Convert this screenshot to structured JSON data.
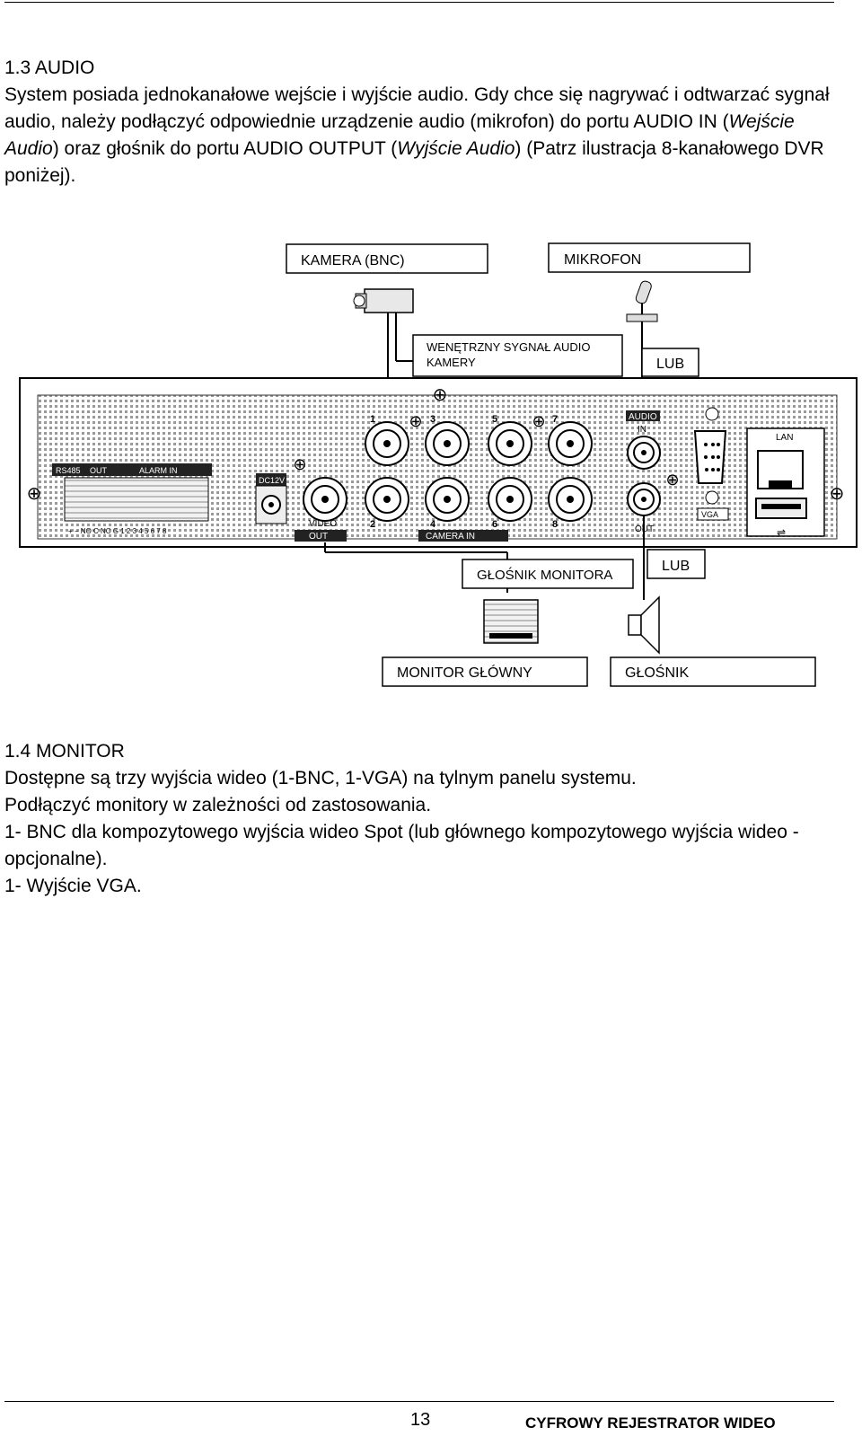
{
  "section_audio": {
    "heading": "1.3 AUDIO",
    "body_part1": "System posiada jednokanałowe wejście i wyjście audio. Gdy chce się nagrywać i odtwarzać sygnał audio, należy podłączyć odpowiednie urządzenie audio (mikrofon) do portu AUDIO IN (",
    "body_italic1": "Wejście Audio",
    "body_part2": ") oraz głośnik do portu AUDIO OUTPUT (",
    "body_italic2": "Wyjście Audio",
    "body_part3": ") (Patrz ilustracja 8-kanałowego DVR poniżej)."
  },
  "diagram": {
    "callouts": {
      "camera": "KAMERA (BNC)",
      "microphone": "MIKROFON",
      "internal_audio_line1": "WENĘTRZNY SYGNAŁ AUDIO",
      "internal_audio_line2": "KAMERY",
      "or_top": "LUB",
      "monitor_speaker": "GŁOŚNIK MONITORA",
      "or_bottom": "LUB",
      "main_monitor": "MONITOR GŁÓWNY",
      "speaker": "GŁOŚNIK"
    },
    "panel_labels": {
      "rs485": "RS485",
      "out": "OUT",
      "alarm_in": "ALARM IN",
      "dc12v": "DC12V",
      "video_out_line1": "VIDEO",
      "video_out_line2": "OUT",
      "camera_in": "CAMERA IN",
      "audio_in_line1": "AUDIO",
      "audio_in_line2": "IN",
      "audio_out": "OUT",
      "vga": "VGA",
      "lan": "LAN",
      "terminal_numbers": "+ − NO C NC G 1 2 3 4 5 6 7 8",
      "ch1": "1",
      "ch2": "2",
      "ch3": "3",
      "ch4": "4",
      "ch5": "5",
      "ch6": "6",
      "ch7": "7",
      "ch8": "8"
    }
  },
  "section_monitor": {
    "heading": "1.4 MONITOR",
    "lines": [
      "Dostępne są trzy wyjścia wideo (1-BNC, 1-VGA) na tylnym panelu systemu.",
      "Podłączyć monitory w zależności od zastosowania.",
      "1- BNC dla kompozytowego wyjścia wideo Spot (lub głównego kompozytowego wyjścia wideo - opcjonalne).",
      "1- Wyjście VGA."
    ]
  },
  "footer": {
    "page_number": "13",
    "title": "CYFROWY REJESTRATOR WIDEO"
  }
}
